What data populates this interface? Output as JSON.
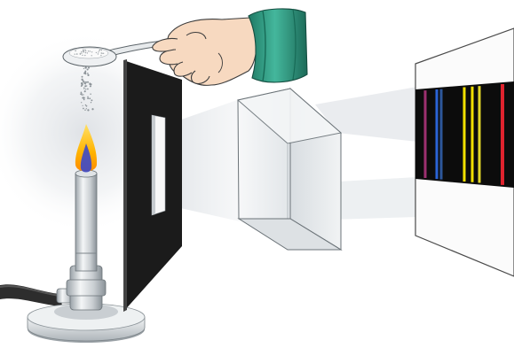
{
  "figure": {
    "subject": "",
    "components": [
      {
        "name": "bunsen-burner",
        "icon": "burner-icon"
      },
      {
        "name": "flame",
        "icon": "flame-icon"
      },
      {
        "name": "hand-with-spoon",
        "icon": "hand-icon"
      },
      {
        "name": "salt-sample",
        "icon": "powder-icon"
      },
      {
        "name": "slit-screen",
        "icon": "slit-icon"
      },
      {
        "name": "prism",
        "icon": "prism-icon"
      },
      {
        "name": "spectrum-screen",
        "icon": "screen-icon"
      }
    ]
  },
  "colors": {
    "background": "#ffffff",
    "metal_light": "#e9ecef",
    "metal_dark": "#8e969c",
    "glove": "#2f9d86",
    "glove_dark": "#1c6a58",
    "skin": "#f7d9c0",
    "flame_outer": "#ffc21a",
    "flame_inner": "#3c49c9",
    "slit_screen": "#1b1b1b",
    "beam": "#d8dde2"
  },
  "spectrum_lines": [
    {
      "color": "#c23a8a",
      "intensity": 0.8
    },
    {
      "color": "#2a63d6",
      "intensity": 1.0
    },
    {
      "color": "#3b78d8",
      "intensity": 0.7
    },
    {
      "color": "#f2e000",
      "intensity": 1.0
    },
    {
      "color": "#f2e000",
      "intensity": 1.0
    },
    {
      "color": "#f7ec2c",
      "intensity": 0.9
    },
    {
      "color": "#e0232e",
      "intensity": 1.0
    }
  ]
}
